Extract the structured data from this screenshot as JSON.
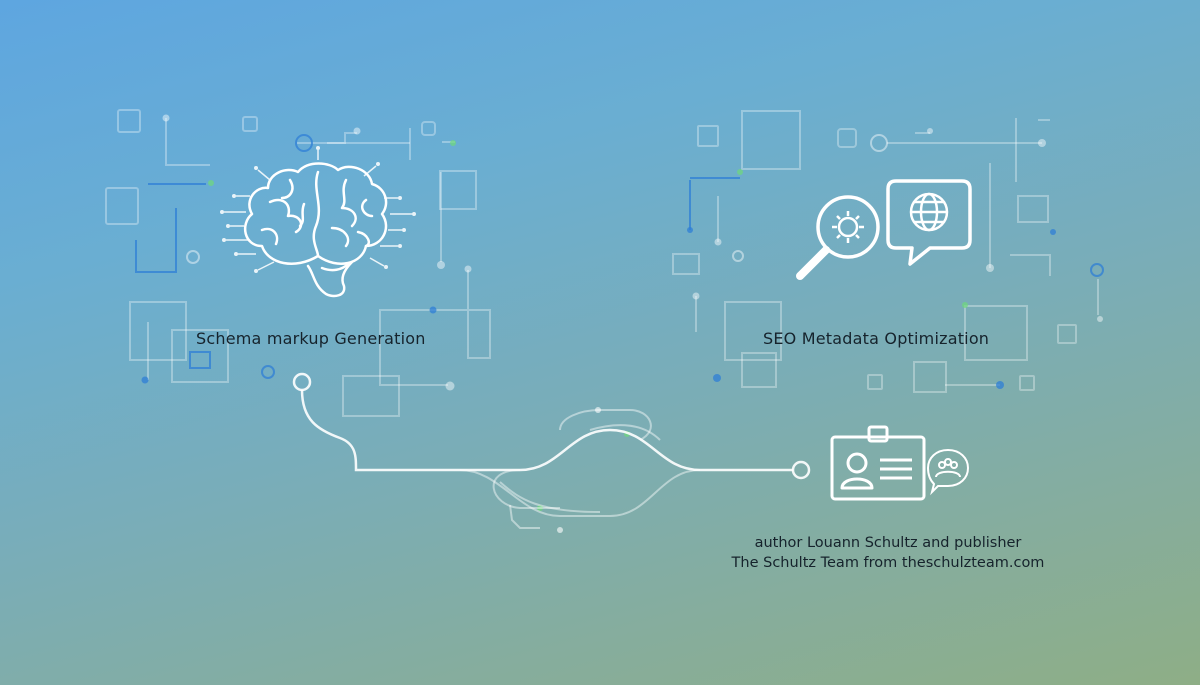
{
  "nodes": {
    "schema": {
      "label": "Schema markup Generation",
      "icon": "brain-circuit-icon"
    },
    "seo": {
      "label": "SEO Metadata Optimization",
      "icon": "magnifier-gear-globe-icon"
    },
    "author": {
      "icon": "id-badge-icon",
      "secondary_icon": "community-chat-icon"
    }
  },
  "credit": {
    "line1": "author Louann Schultz and publisher",
    "line2": "The Schultz Team from theschulzteam.com"
  },
  "colors": {
    "line": "#ffffff",
    "accent_blue": "#2f7fd6",
    "accent_green": "#6fd97a",
    "text": "#16232c"
  }
}
